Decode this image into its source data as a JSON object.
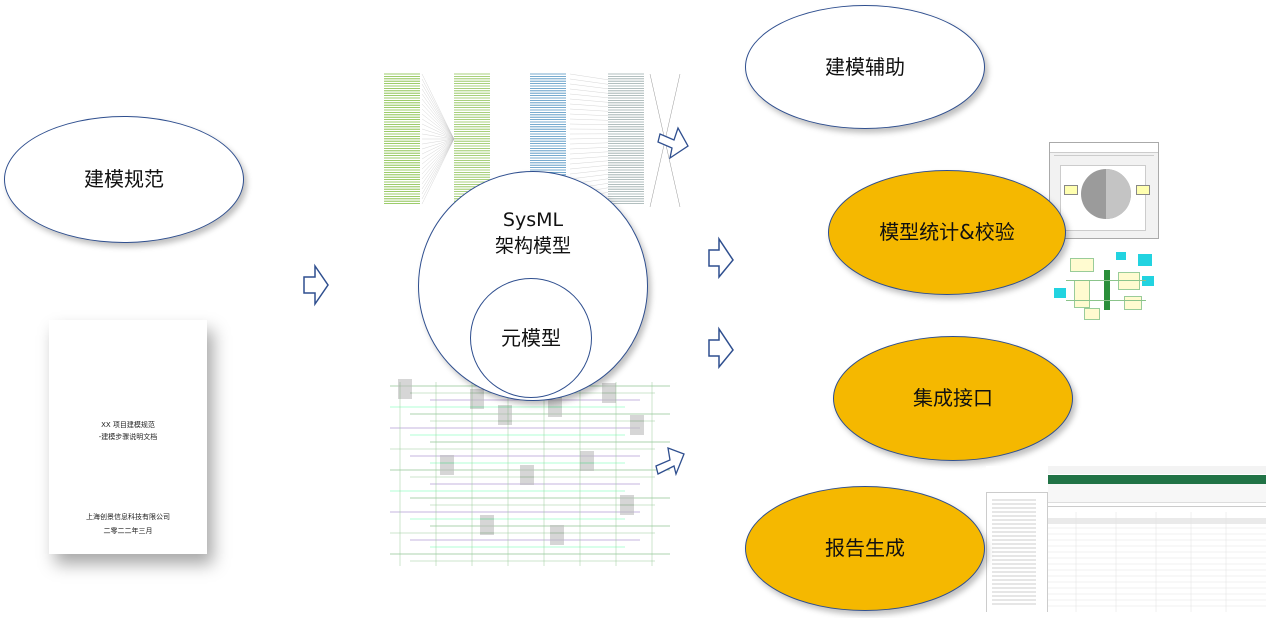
{
  "modeling_spec": "建模规范",
  "document": {
    "title_line1": "XX 项目建模规范",
    "title_line2": "-建模步骤说明文档",
    "company": "上海创景信息科技有限公司",
    "date": "二零二二年三月"
  },
  "center": {
    "outer_line1": "SysML",
    "outer_line2": "架构模型",
    "inner": "元模型"
  },
  "right": {
    "assist": "建模辅助",
    "stats": "模型统计&校验",
    "interface": "集成接口",
    "report": "报告生成"
  },
  "colors": {
    "gold": "#f5b800",
    "outline": "#2f4f8f"
  }
}
